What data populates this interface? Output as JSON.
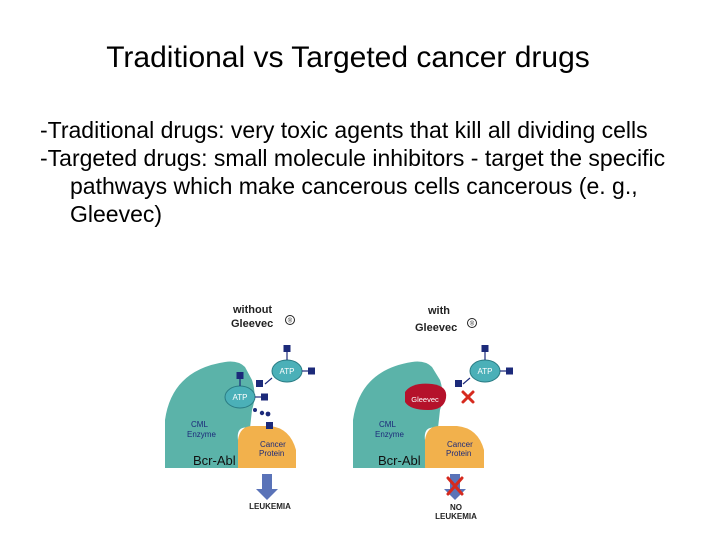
{
  "slide": {
    "title": "Traditional vs Targeted cancer drugs",
    "bullets": [
      "-Traditional drugs: very toxic agents that kill all dividing cells",
      "-Targeted drugs: small molecule inhibitors - target the specific pathways which make cancerous cells cancerous (e. g., Gleevec)"
    ]
  },
  "figure": {
    "left_panel": {
      "heading_line1": "without",
      "heading_line2": "Gleevec",
      "registered_mark": "®",
      "atp_label": "ATP",
      "enzyme_line1": "CML",
      "enzyme_line2": "Enzyme",
      "protein_line1": "Cancer",
      "protein_line2": "Protein",
      "bcr_abl_label": "Bcr-Abl",
      "outcome_line1": "LEUKEMIA"
    },
    "right_panel": {
      "heading_line1": "with",
      "heading_line2": "Gleevec",
      "registered_mark": "®",
      "atp_label": "ATP",
      "drug_label": "Gleevec",
      "enzyme_line1": "CML",
      "enzyme_line2": "Enzyme",
      "protein_line1": "Cancer",
      "protein_line2": "Protein",
      "bcr_abl_label": "Bcr-Abl",
      "outcome_line1": "NO",
      "outcome_line2": "LEUKEMIA"
    },
    "colors": {
      "enzyme": "#5bb3a9",
      "protein": "#f2b14c",
      "atp": "#4bb0b8",
      "gleevec": "#b5122b",
      "phosphate": "#1c2a7a",
      "inhibit_x": "#d62a1e",
      "arrow": "#5a73b8"
    }
  }
}
